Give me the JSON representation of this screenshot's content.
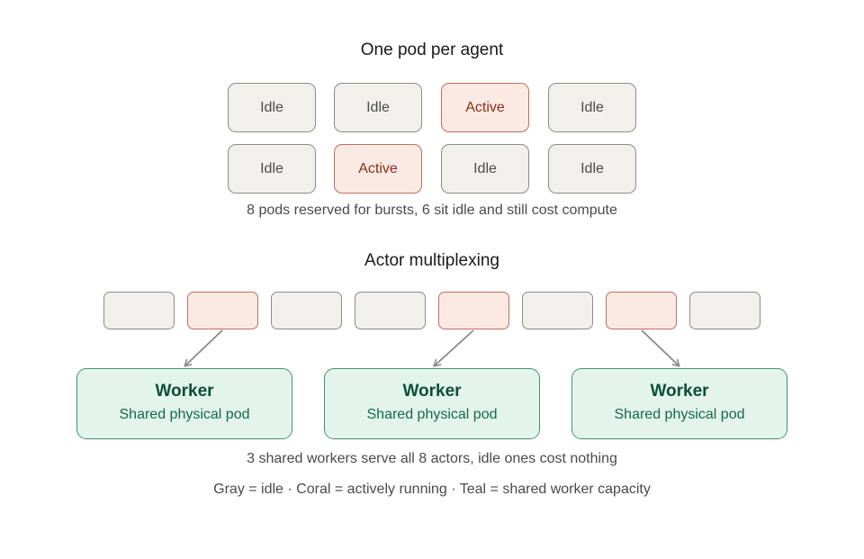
{
  "section1": {
    "title": "One pod per agent",
    "pods": [
      {
        "label": "Idle",
        "state": "idle"
      },
      {
        "label": "Idle",
        "state": "idle"
      },
      {
        "label": "Active",
        "state": "active"
      },
      {
        "label": "Idle",
        "state": "idle"
      },
      {
        "label": "Idle",
        "state": "idle"
      },
      {
        "label": "Active",
        "state": "active"
      },
      {
        "label": "Idle",
        "state": "idle"
      },
      {
        "label": "Idle",
        "state": "idle"
      }
    ],
    "caption": "8 pods reserved for bursts, 6 sit idle and still cost compute"
  },
  "section2": {
    "title": "Actor multiplexing",
    "actors": [
      {
        "state": "idle"
      },
      {
        "state": "active"
      },
      {
        "state": "idle"
      },
      {
        "state": "idle"
      },
      {
        "state": "active"
      },
      {
        "state": "idle"
      },
      {
        "state": "active"
      },
      {
        "state": "idle"
      }
    ],
    "workers": [
      {
        "title": "Worker",
        "subtitle": "Shared physical pod"
      },
      {
        "title": "Worker",
        "subtitle": "Shared physical pod"
      },
      {
        "title": "Worker",
        "subtitle": "Shared physical pod"
      }
    ],
    "caption": "3 shared workers serve all 8 actors, idle ones cost nothing"
  },
  "legend": "Gray = idle · Coral = actively running · Teal = shared worker capacity",
  "colors": {
    "idle_fill": "#f1f0eb",
    "active_fill": "#fbe9e4",
    "worker_fill": "#e2f4ec",
    "arrow": "#8a8a8a"
  }
}
